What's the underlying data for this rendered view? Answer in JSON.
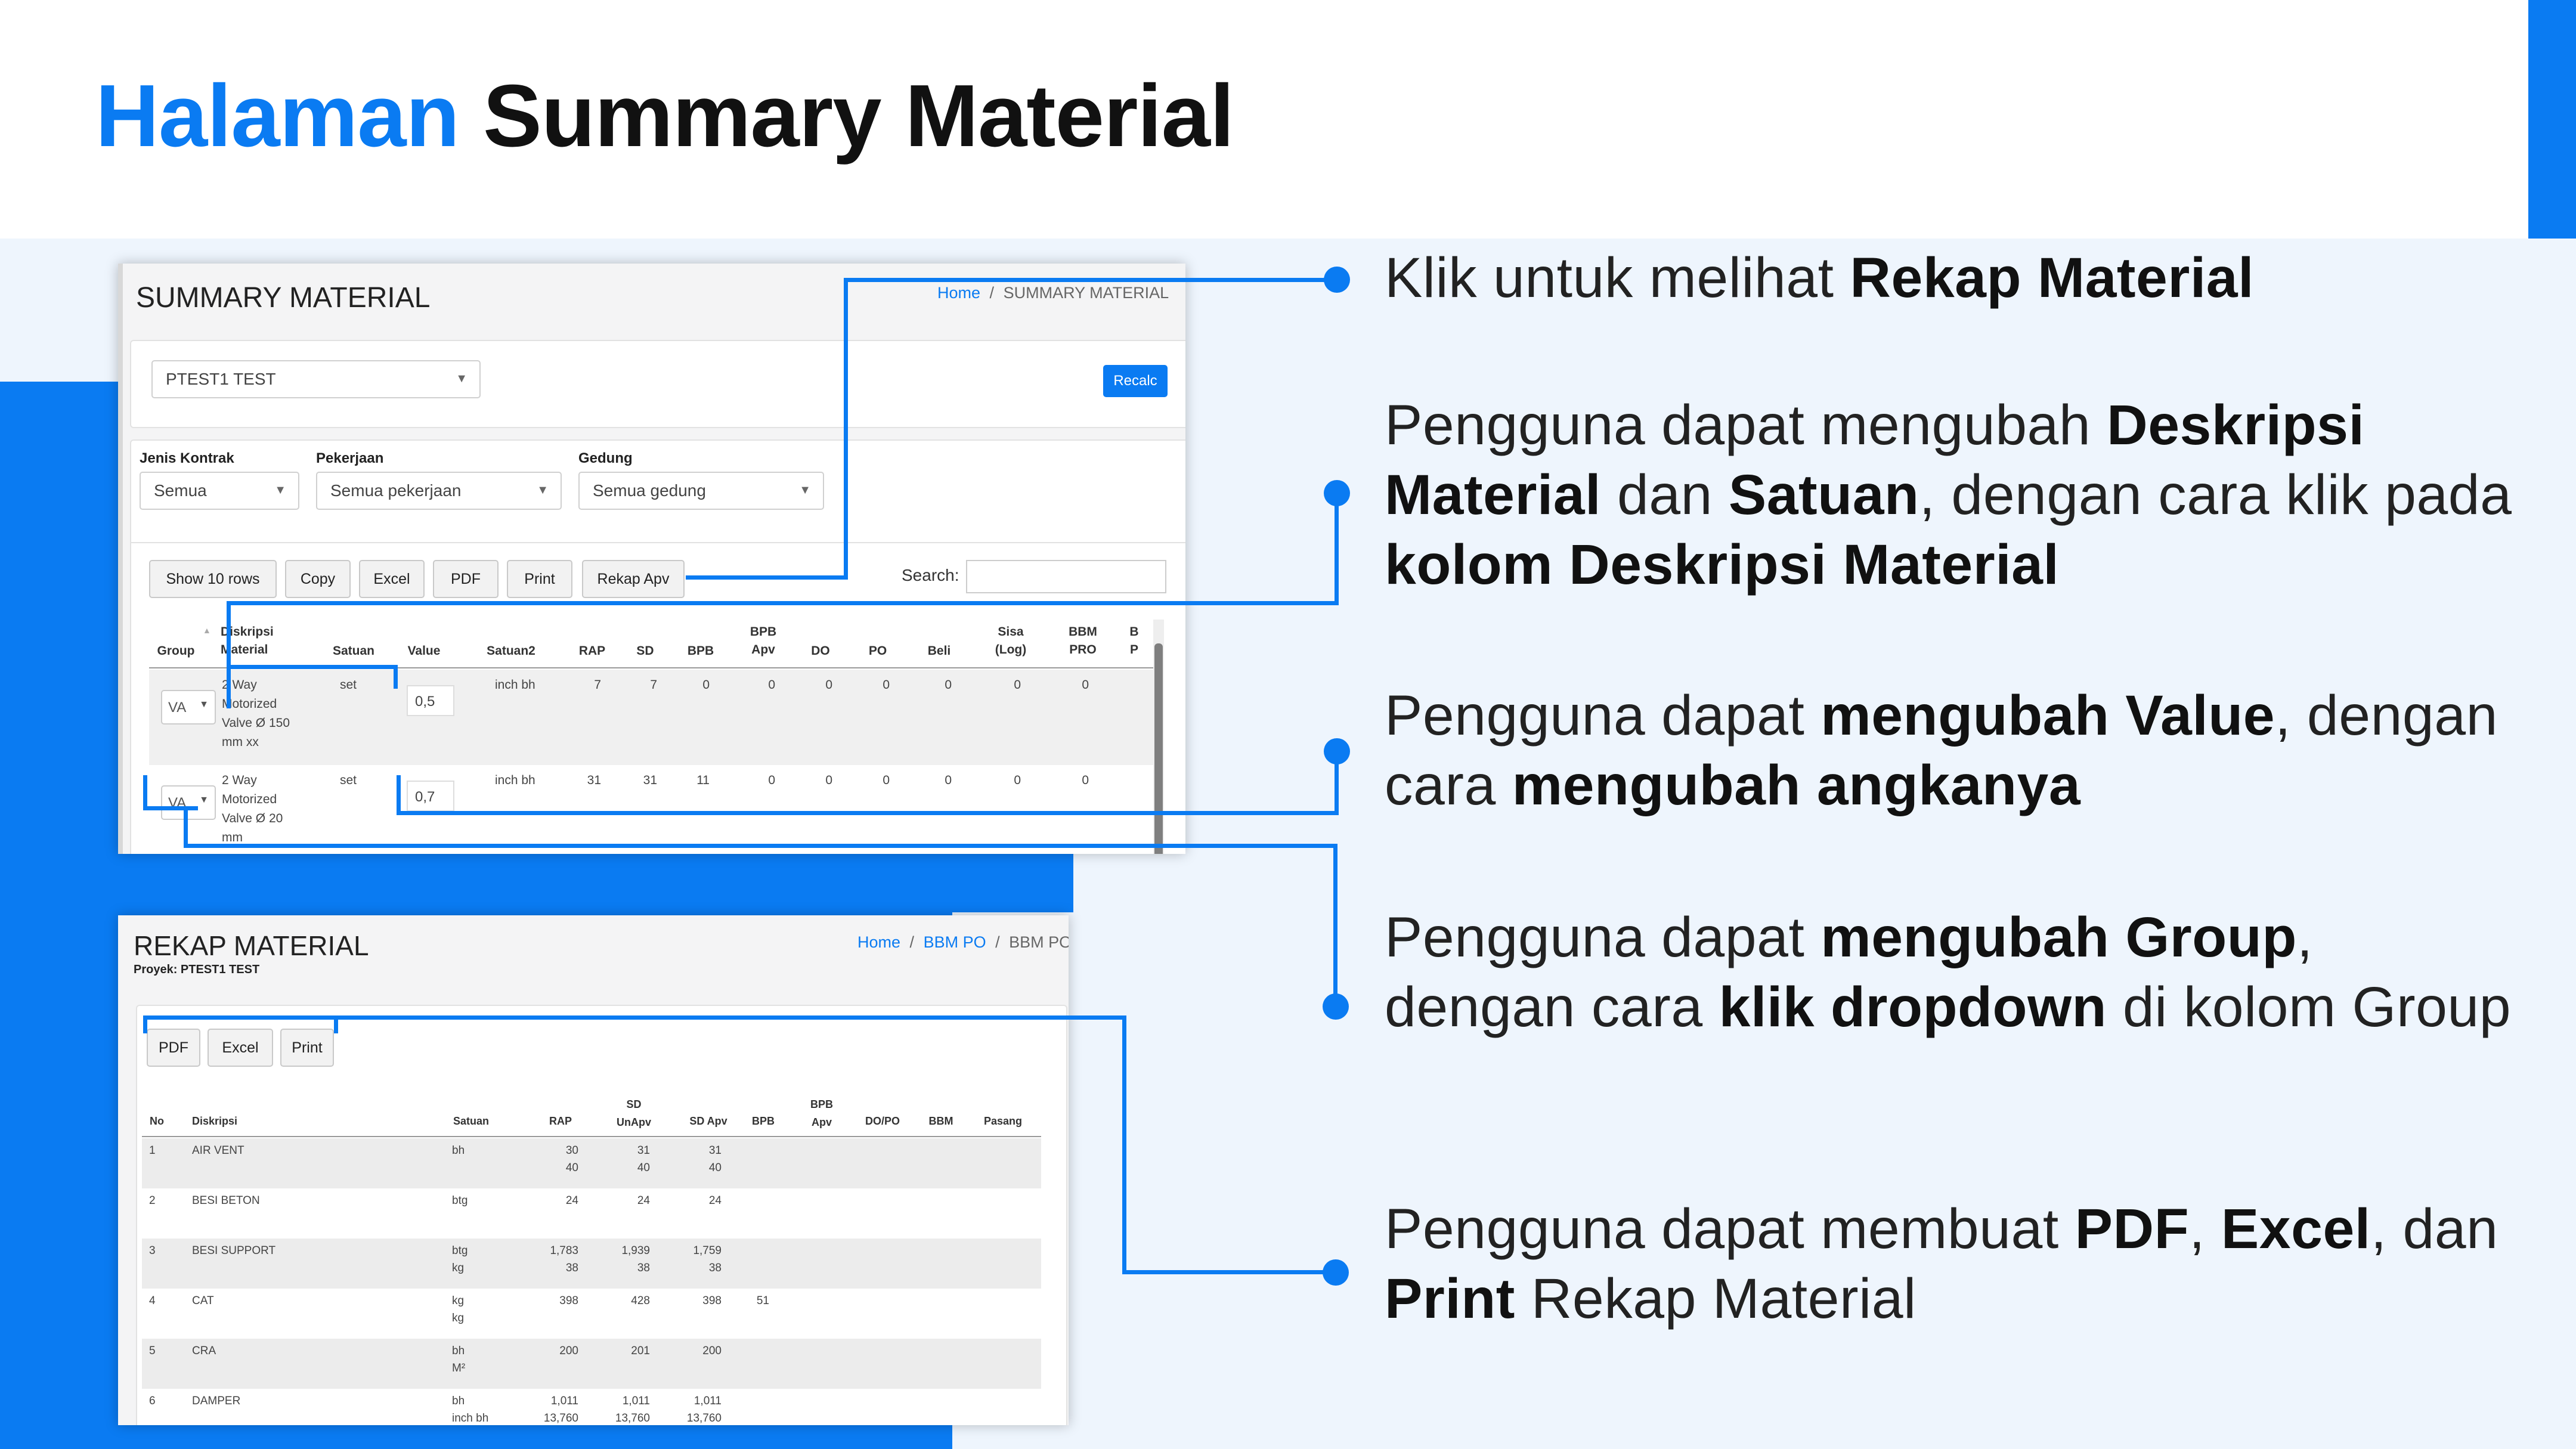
{
  "title": {
    "part1": "Halaman",
    "part2": "Summary Material"
  },
  "summary": {
    "title": "SUMMARY MATERIAL",
    "breadcrumb_home": "Home",
    "breadcrumb_sep": "/",
    "breadcrumb_current": "SUMMARY MATERIAL",
    "project_select": "PTEST1 TEST",
    "recalc_label": "Recalc",
    "filters": [
      {
        "label": "Jenis Kontrak",
        "value": "Semua"
      },
      {
        "label": "Pekerjaan",
        "value": "Semua pekerjaan"
      },
      {
        "label": "Gedung",
        "value": "Semua gedung"
      }
    ],
    "buttons": [
      "Show 10 rows",
      "Copy",
      "Excel",
      "PDF",
      "Print",
      "Rekap Apv"
    ],
    "search_label": "Search:",
    "columns": [
      "Group",
      "Diskripsi Material",
      "Satuan",
      "Value",
      "Satuan2",
      "RAP",
      "SD",
      "BPB",
      "BPB Apv",
      "DO",
      "PO",
      "Beli",
      "Sisa (Log)",
      "BBM PRO",
      "B P"
    ],
    "rows": [
      {
        "group": "VA",
        "desc": [
          "2 Way",
          "Motorized",
          "Valve Ø 150",
          "mm xx"
        ],
        "satuan": "set",
        "value": "0,5",
        "satuan2": "inch bh",
        "rap": "7",
        "sd": "7",
        "bpb": "0",
        "bpb_apv": "0",
        "do": "0",
        "po": "0",
        "beli": "0",
        "sisa": "0",
        "bbm": "0"
      },
      {
        "group": "VA",
        "desc": [
          "2 Way",
          "Motorized",
          "Valve Ø 20",
          "mm"
        ],
        "satuan": "set",
        "value": "0,7",
        "satuan2": "inch bh",
        "rap": "31",
        "sd": "31",
        "bpb": "11",
        "bpb_apv": "0",
        "do": "0",
        "po": "0",
        "beli": "0",
        "sisa": "0",
        "bbm": "0"
      }
    ]
  },
  "rekap": {
    "title": "REKAP MATERIAL",
    "project_label": "Proyek: PTEST1 TEST",
    "breadcrumb": [
      "Home",
      "BBM PO",
      "BBM PO"
    ],
    "breadcrumb_sep": "/",
    "buttons": [
      "PDF",
      "Excel",
      "Print"
    ],
    "columns": [
      "No",
      "Diskripsi",
      "Satuan",
      "RAP",
      "SD UnApv",
      "SD Apv",
      "BPB",
      "BPB Apv",
      "DO/PO",
      "BBM",
      "Pasang"
    ],
    "rows": [
      {
        "no": "1",
        "desc": "AIR VENT",
        "satuan": [
          "bh",
          ""
        ],
        "rap": [
          "30",
          "40"
        ],
        "sd_unapv": [
          "31",
          "40"
        ],
        "sd_apv": [
          "31",
          "40"
        ],
        "bpb": ""
      },
      {
        "no": "2",
        "desc": "BESI BETON",
        "satuan": [
          "btg",
          ""
        ],
        "rap": [
          "24",
          ""
        ],
        "sd_unapv": [
          "24",
          ""
        ],
        "sd_apv": [
          "24",
          ""
        ],
        "bpb": ""
      },
      {
        "no": "3",
        "desc": "BESI SUPPORT",
        "satuan": [
          "btg",
          "kg"
        ],
        "rap": [
          "1,783",
          "38"
        ],
        "sd_unapv": [
          "1,939",
          "38"
        ],
        "sd_apv": [
          "1,759",
          "38"
        ],
        "bpb": ""
      },
      {
        "no": "4",
        "desc": "CAT",
        "satuan": [
          "kg",
          "kg"
        ],
        "rap": [
          "398",
          ""
        ],
        "sd_unapv": [
          "428",
          ""
        ],
        "sd_apv": [
          "398",
          ""
        ],
        "bpb": "51"
      },
      {
        "no": "5",
        "desc": "CRA",
        "satuan": [
          "bh",
          "M²"
        ],
        "rap": [
          "200",
          ""
        ],
        "sd_unapv": [
          "201",
          ""
        ],
        "sd_apv": [
          "200",
          ""
        ],
        "bpb": ""
      },
      {
        "no": "6",
        "desc": "DAMPER",
        "satuan": [
          "bh",
          "inch bh"
        ],
        "rap": [
          "1,011",
          "13,760"
        ],
        "sd_unapv": [
          "1,011",
          "13,760"
        ],
        "sd_apv": [
          "1,011",
          "13,760"
        ],
        "bpb": ""
      }
    ]
  },
  "callouts": {
    "c1": {
      "a": "Klik untuk melihat ",
      "b": "Rekap Material"
    },
    "c2": {
      "a": "Pengguna dapat mengubah ",
      "b": "Deskripsi Material",
      "c": " dan ",
      "d": "Satuan",
      "e": ", dengan cara klik pada ",
      "f": "kolom Deskripsi Material"
    },
    "c3": {
      "a": "Pengguna dapat ",
      "b": "mengubah Value",
      "c": ", dengan cara ",
      "d": "mengubah angkanya"
    },
    "c4": {
      "a": "Pengguna dapat ",
      "b": "mengubah Group",
      "c": ", dengan cara ",
      "d": "klik dropdown",
      "e": " di kolom Group"
    },
    "c5": {
      "a": "Pengguna dapat membuat ",
      "b": "PDF",
      "c": ", ",
      "d": "Excel",
      "e": ", dan ",
      "f": "Print",
      "g": " Rekap Material"
    }
  },
  "colors": {
    "accent": "#0a7bf2",
    "background_light": "#eef5fd"
  }
}
